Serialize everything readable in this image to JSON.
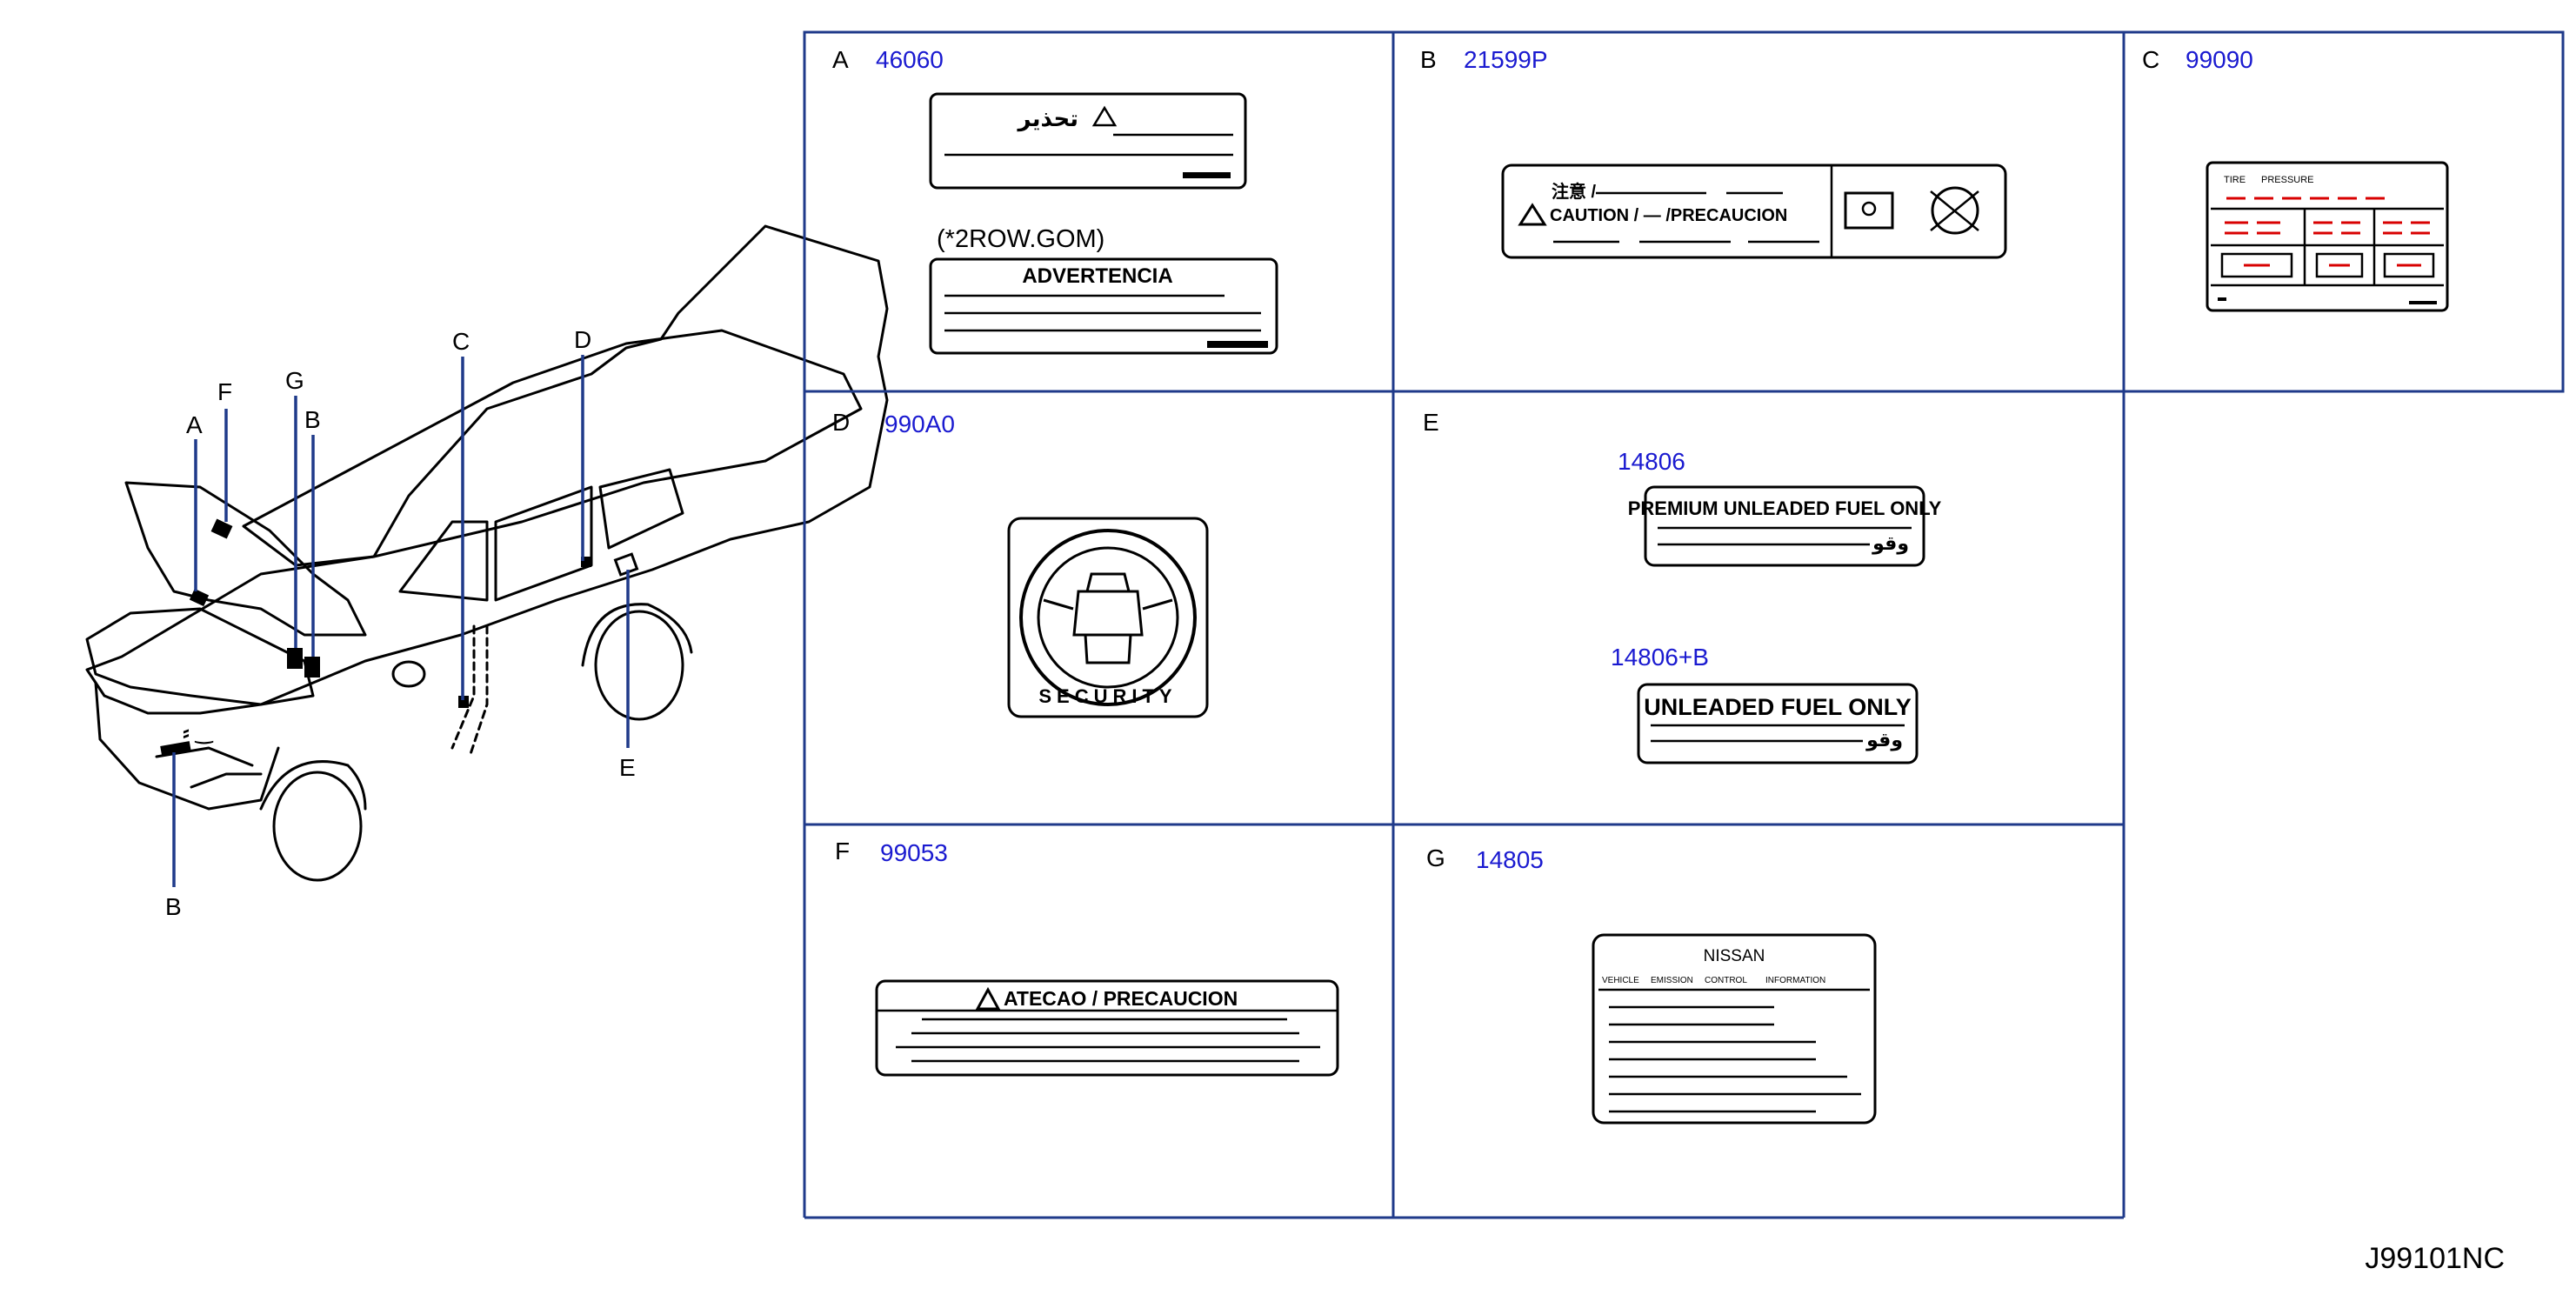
{
  "colors": {
    "frame": "#1f3a8a",
    "part_number": "#1a1ad0",
    "tire_lines": "#d80000",
    "ink": "#000000"
  },
  "diagram_code": "J99101NC",
  "vehicle": {
    "callouts": [
      "A",
      "F",
      "G",
      "B",
      "C",
      "D",
      "E",
      "B"
    ]
  },
  "panels": {
    "A": {
      "letter": "A",
      "part": "46060",
      "warning_arabic": "تحذير",
      "variant_note": "(*2ROW.GOM)",
      "label2_title": "ADVERTENCIA"
    },
    "B": {
      "letter": "B",
      "part": "21599P",
      "text_top": "注意 /",
      "text_mid": "CAUTION / — /PRECAUCION"
    },
    "C": {
      "letter": "C",
      "part": "99090",
      "text_tire": "TIRE",
      "text_pressure": "PRESSURE"
    },
    "D": {
      "letter": "D",
      "part": "990A0",
      "security_text": "SECURITY"
    },
    "E": {
      "letter": "E",
      "part1": "14806",
      "label1_text": "PREMIUM UNLEADED FUEL ONLY",
      "label1_arabic": "وقو",
      "part2": "14806+B",
      "label2_text": "UNLEADED FUEL ONLY",
      "label2_arabic": "وقو"
    },
    "F": {
      "letter": "F",
      "part": "99053",
      "title": "ATECAO / PRECAUCION"
    },
    "G": {
      "letter": "G",
      "part": "14805",
      "brand": "NISSAN",
      "line_vehicle": "VEHICLE",
      "line_emission": "EMISSION",
      "line_control": "CONTROL",
      "line_information": "INFORMATION"
    }
  }
}
